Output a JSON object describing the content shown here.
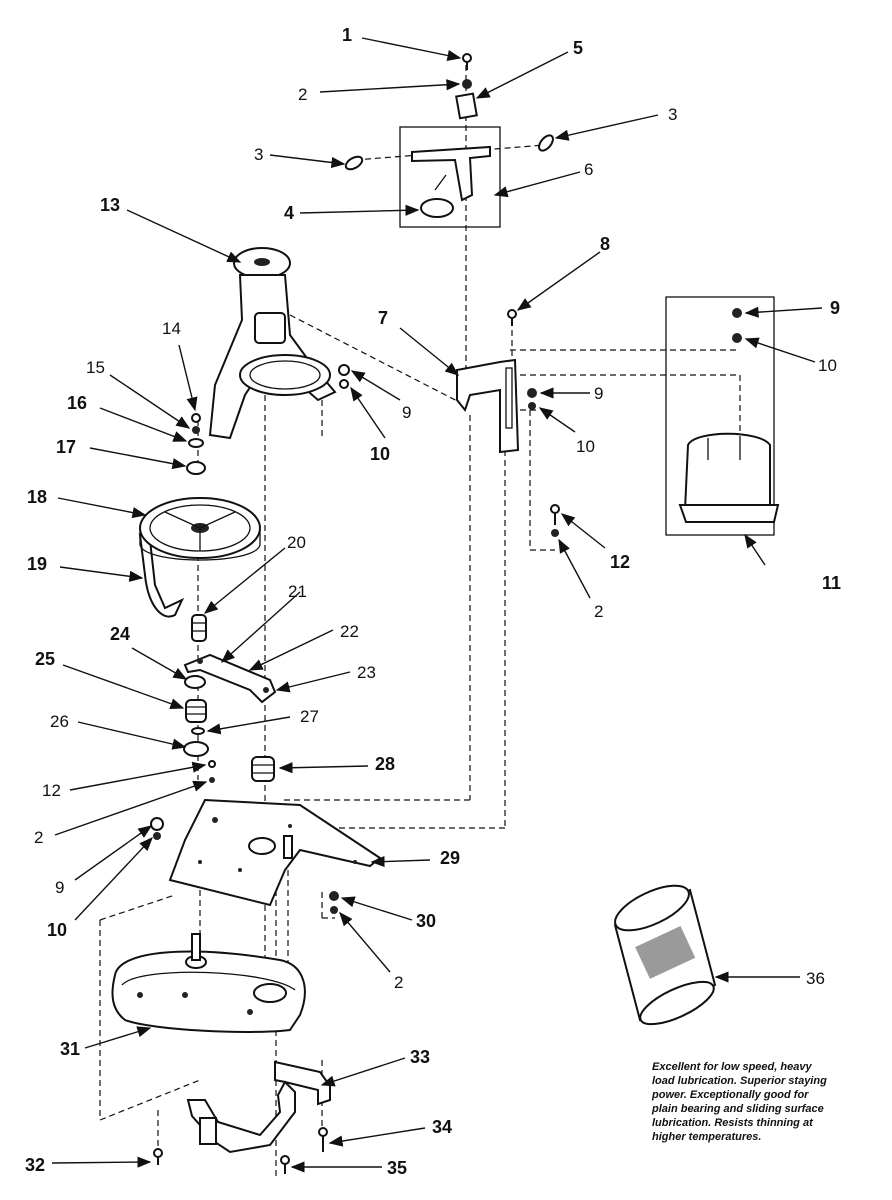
{
  "callouts": {
    "n1": "1",
    "n2a": "2",
    "n5": "5",
    "n3a": "3",
    "n3b": "3",
    "n6": "6",
    "n4": "4",
    "n13": "13",
    "n8": "8",
    "n7": "7",
    "n9a": "9",
    "n10a": "10",
    "n9b": "9",
    "n10b": "10",
    "n9c": "9",
    "n10c": "10",
    "n14": "14",
    "n15": "15",
    "n16": "16",
    "n17": "17",
    "n11": "11",
    "n18": "18",
    "n12a": "12",
    "n19": "19",
    "n2b": "2",
    "n20": "20",
    "n21": "21",
    "n22": "22",
    "n24": "24",
    "n25": "25",
    "n23": "23",
    "n26": "26",
    "n27": "27",
    "n28": "28",
    "n12b": "12",
    "n2c": "2",
    "n29": "29",
    "n9d": "9",
    "n10d": "10",
    "n30": "30",
    "n2d": "2",
    "n36": "36",
    "n31": "31",
    "n33": "33",
    "n34": "34",
    "n32": "32",
    "n35": "35"
  },
  "can_label": {
    "line1": "Excellent for low speed, heavy",
    "line2": "load lubrication. Superior staying",
    "line3": "power. Exceptionally good for",
    "line4": "plain bearing and sliding surface",
    "line5": "lubrication. Resists thinning at",
    "line6": "higher temperatures."
  }
}
